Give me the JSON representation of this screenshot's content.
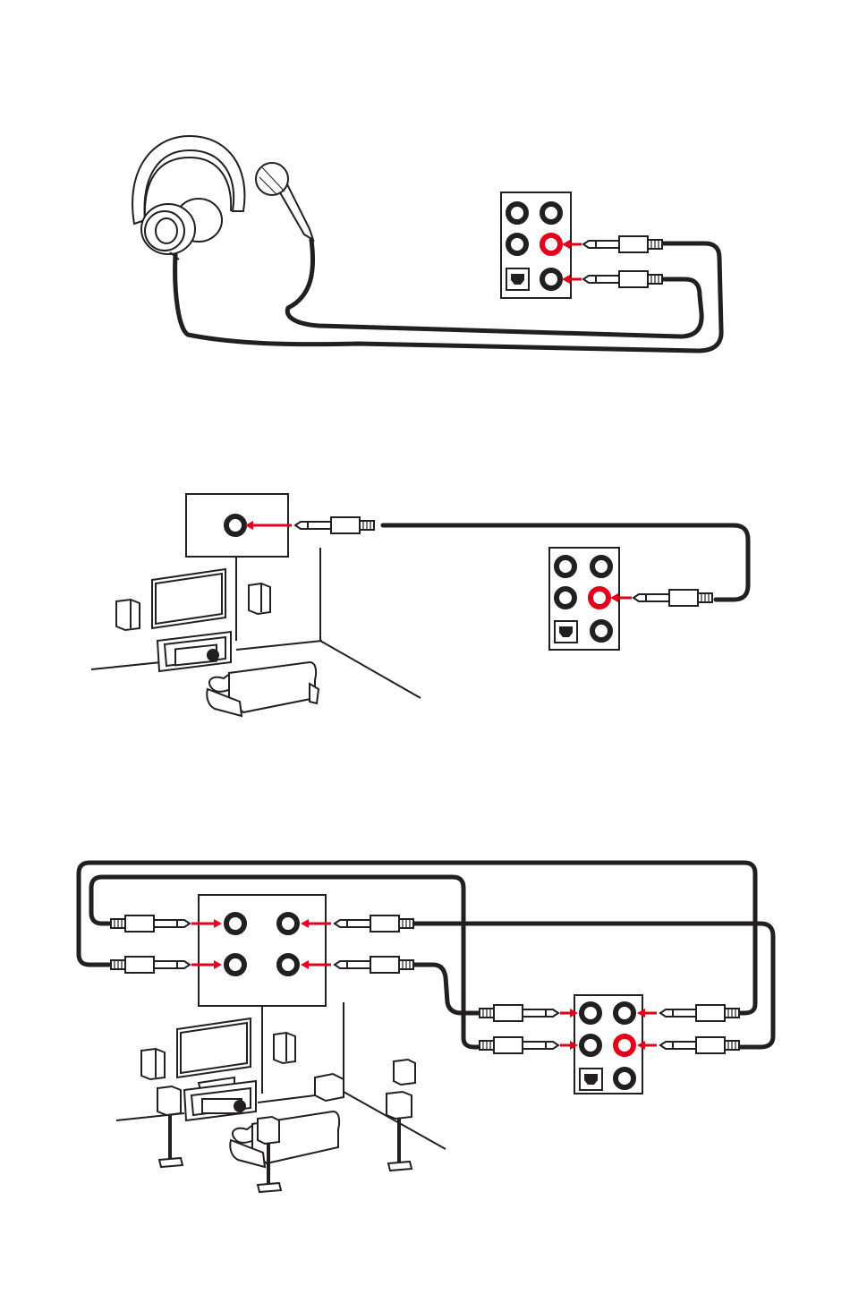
{
  "figures": [
    {
      "id": "headphone-mic-connection",
      "icons": [
        "headphones-icon",
        "microphone-icon",
        "audio-panel-icon"
      ]
    },
    {
      "id": "stereo-speaker-connection",
      "icons": [
        "amplifier-icon",
        "living-room-icon",
        "audio-panel-icon"
      ]
    },
    {
      "id": "surround-speaker-connection",
      "icons": [
        "amplifier-icon",
        "living-room-icon",
        "audio-panel-icon"
      ]
    }
  ],
  "colors": {
    "accent": "#e3001b",
    "line": "#231f20",
    "background": "#ffffff"
  }
}
